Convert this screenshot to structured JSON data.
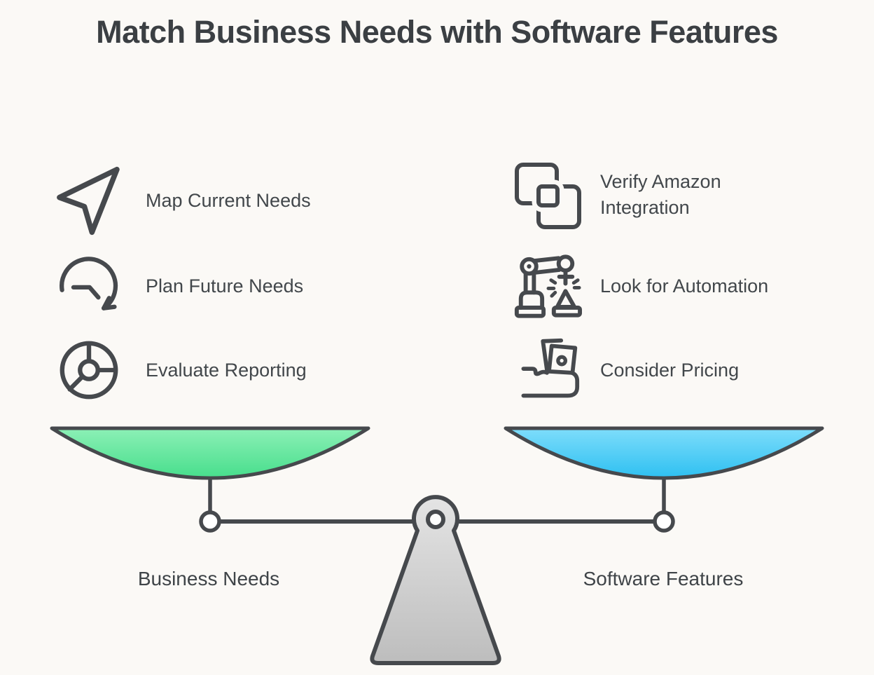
{
  "title": "Match Business Needs with Software Features",
  "left": {
    "scale_label": "Business Needs",
    "items": [
      {
        "label": "Map Current Needs",
        "icon": "navigation-arrow-icon"
      },
      {
        "label": "Plan Future Needs",
        "icon": "history-clock-icon"
      },
      {
        "label": "Evaluate Reporting",
        "icon": "pie-chart-icon"
      }
    ]
  },
  "right": {
    "scale_label": "Software Features",
    "items": [
      {
        "label": "Verify Amazon Integration",
        "icon": "integration-squares-icon"
      },
      {
        "label": "Look for Automation",
        "icon": "robot-arm-icon"
      },
      {
        "label": "Consider Pricing",
        "icon": "hand-money-icon"
      }
    ]
  },
  "colors": {
    "background": "#FBF9F6",
    "outline": "#46494D",
    "text": "#3F4448",
    "left_pan_gradient_top": "#8CF0B6",
    "left_pan_gradient_bottom": "#47DE8C",
    "right_pan_gradient_top": "#7EDDFB",
    "right_pan_gradient_bottom": "#2EC0F1",
    "fulcrum_gradient_top": "#E4E4E4",
    "fulcrum_gradient_bottom": "#BDBDBD"
  }
}
